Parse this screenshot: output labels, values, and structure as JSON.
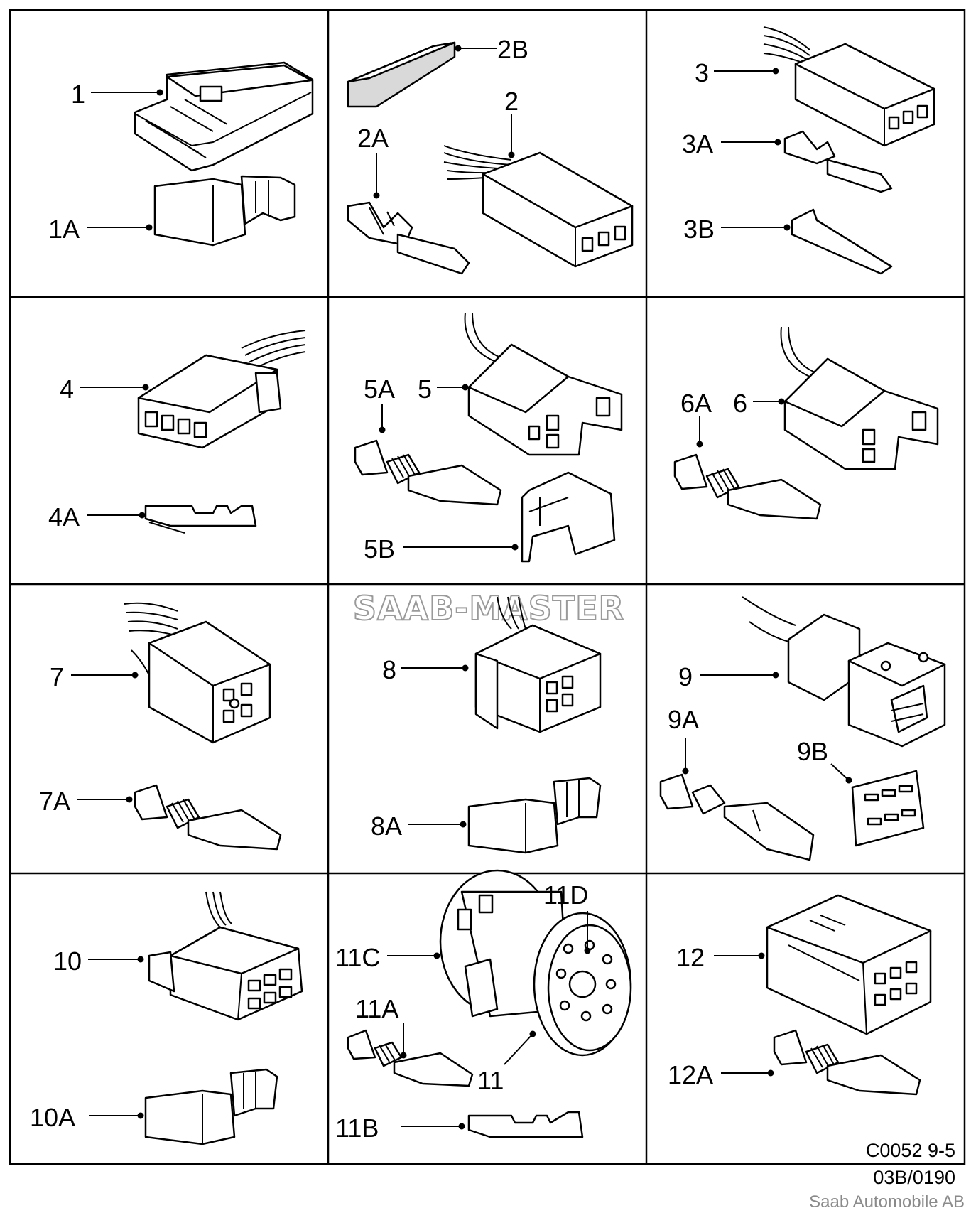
{
  "labels": {
    "p1": "1",
    "p1A": "1A",
    "p2": "2",
    "p2A": "2A",
    "p2B": "2B",
    "p3": "3",
    "p3A": "3A",
    "p3B": "3B",
    "p4": "4",
    "p4A": "4A",
    "p5": "5",
    "p5A": "5A",
    "p5B": "5B",
    "p6": "6",
    "p6A": "6A",
    "p7": "7",
    "p7A": "7A",
    "p8": "8",
    "p8A": "8A",
    "p9": "9",
    "p9A": "9A",
    "p9B": "9B",
    "p10": "10",
    "p10A": "10A",
    "p11": "11",
    "p11A": "11A",
    "p11B": "11B",
    "p11C": "11C",
    "p11D": "11D",
    "p12": "12",
    "p12A": "12A"
  },
  "footer": {
    "code": "C0052 9-5",
    "ref": "03B/0190",
    "credit": "Saab Automobile AB"
  },
  "watermark": "SAAB-MASTER"
}
